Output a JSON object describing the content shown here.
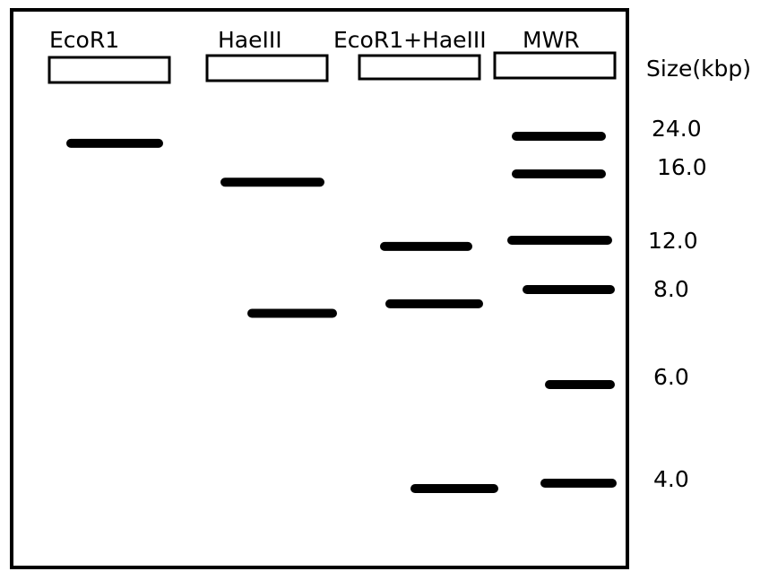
{
  "size_header": "Size(kbp)",
  "lanes": [
    {
      "label": "EcoR1",
      "bands_kbp": [
        22.5
      ]
    },
    {
      "label": "HaeIII",
      "bands_kbp": [
        15.5,
        7.5
      ]
    },
    {
      "label": "EcoR1+HaeIII",
      "bands_kbp": [
        11.5,
        7.7,
        3.8
      ]
    },
    {
      "label": "MWR",
      "bands_kbp": [
        24.0,
        16.0,
        12.0,
        8.0,
        6.0,
        4.0
      ]
    }
  ],
  "size_markers": [
    "24.0",
    "16.0",
    "12.0",
    "8.0",
    "6.0",
    "4.0"
  ],
  "colors": {
    "band": "#000000",
    "outline": "#000000",
    "background": "#ffffff"
  }
}
